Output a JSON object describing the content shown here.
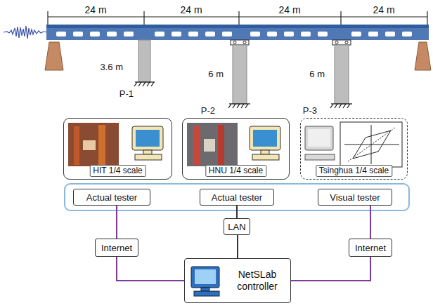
{
  "diagram": {
    "nodes": [
      {
        "text": [
          "HIT 1/4 scale"
        ]
      },
      {
        "text": [
          "HNU 1/4 scale"
        ]
      },
      {
        "text": [
          "Tsinghua 1/4 scale"
        ]
      },
      {
        "text": [
          "Actual tester"
        ]
      },
      {
        "text": [
          "Actual tester"
        ]
      },
      {
        "text": [
          "Visual tester"
        ]
      },
      {
        "text": [
          "Internet"
        ]
      },
      {
        "text": [
          "LAN"
        ]
      },
      {
        "text": [
          "Internet"
        ]
      },
      {
        "text": [
          "NetSLab controller"
        ]
      }
    ],
    "edges": [
      {
        "from": 3,
        "to": 6,
        "arrow": "none"
      },
      {
        "from": 6,
        "to": 9,
        "arrow": "none"
      },
      {
        "from": 4,
        "to": 7,
        "arrow": "none"
      },
      {
        "from": 7,
        "to": 9,
        "arrow": "none"
      },
      {
        "from": 5,
        "to": 8,
        "arrow": "none"
      },
      {
        "from": 8,
        "to": 9,
        "arrow": "none"
      }
    ],
    "labels": [
      "24 m",
      "24 m",
      "24 m",
      "24 m",
      "3.6 m",
      "6 m",
      "6 m",
      "P-1",
      "P-2",
      "P-3"
    ]
  }
}
